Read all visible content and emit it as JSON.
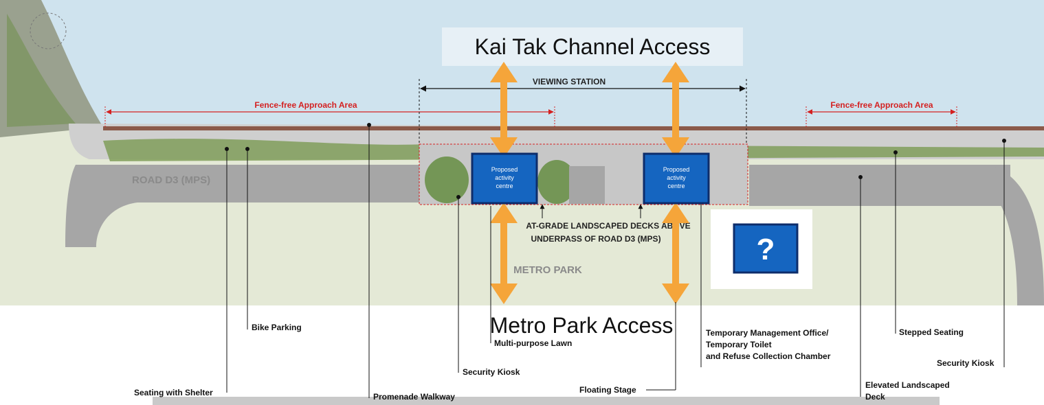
{
  "titles": {
    "kai_tak": "Kai Tak Channel Access",
    "metro": "Metro Park Access"
  },
  "plan": {
    "fence_left": "Fence-free Approach Area",
    "fence_right": "Fence-free Approach Area",
    "viewing": "VIEWING STATION",
    "road": "ROAD D3 (MPS)",
    "decks_line1": "AT-GRADE LANDSCAPED DECKS ABOVE",
    "decks_line2": "UNDERPASS OF ROAD D3 (MPS)",
    "metro_park": "METRO PARK",
    "lawn": "Multi-purpose Lawn"
  },
  "boxes": {
    "line1": "Proposed",
    "line2": "activity",
    "line3": "centre",
    "question": "?"
  },
  "labels": {
    "seating_shelter": "Seating with Shelter",
    "bike_parking": "Bike Parking",
    "promenade": "Promenade Walkway",
    "security_kiosk_1": "Security Kiosk",
    "floating_stage": "Floating Stage",
    "temp_office_1": "Temporary Management Office/",
    "temp_office_2": "Temporary Toilet",
    "temp_office_3": "and Refuse Collection Chamber",
    "elevated_1": "Elevated Landscaped",
    "elevated_2": "Deck",
    "stepped_seating": "Stepped Seating",
    "security_kiosk_2": "Security Kiosk"
  },
  "colors": {
    "water": "#cfe3ee",
    "orange_arrow": "#f5a53a",
    "box_blue": "#1565c0",
    "box_border": "#0d2d6b",
    "fence_red": "#d42020"
  }
}
